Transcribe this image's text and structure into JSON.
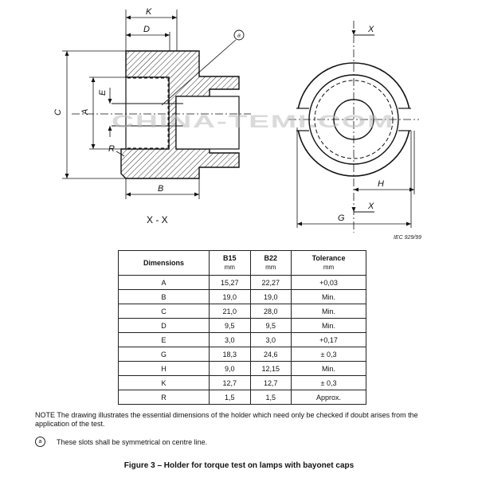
{
  "drawing": {
    "watermark": "CHINA-TEMI.COM",
    "section_label": "X - X",
    "reference": "IEC  929/99",
    "callout": "a",
    "dim_letters": {
      "K": "K",
      "D": "D",
      "C": "C",
      "A": "A",
      "E": "E",
      "R": "R",
      "B": "B",
      "X": "X",
      "H": "H",
      "G": "G"
    }
  },
  "table": {
    "headers": [
      {
        "label": "Dimensions",
        "unit": ""
      },
      {
        "label": "B15",
        "unit": "mm"
      },
      {
        "label": "B22",
        "unit": "mm"
      },
      {
        "label": "Tolerance",
        "unit": "mm"
      }
    ],
    "rows": [
      [
        "A",
        "15,27",
        "22,27",
        "+0,03"
      ],
      [
        "B",
        "19,0",
        "19,0",
        "Min."
      ],
      [
        "C",
        "21,0",
        "28,0",
        "Min."
      ],
      [
        "D",
        "9,5",
        "9,5",
        "Min."
      ],
      [
        "E",
        "3,0",
        "3,0",
        "+0,17"
      ],
      [
        "G",
        "18,3",
        "24,6",
        "± 0,3"
      ],
      [
        "H",
        "9,0",
        "12,15",
        "Min."
      ],
      [
        "K",
        "12,7",
        "12,7",
        "± 0,3"
      ],
      [
        "R",
        "1,5",
        "1,5",
        "Approx."
      ]
    ]
  },
  "note": "NOTE   The drawing illustrates the essential dimensions of the holder which need only be checked if doubt arises from the application of the test.",
  "footnote": {
    "marker": "a",
    "text": "These slots shall be symmetrical on centre line."
  },
  "caption": "Figure 3 – Holder for torque test on lamps with bayonet caps"
}
